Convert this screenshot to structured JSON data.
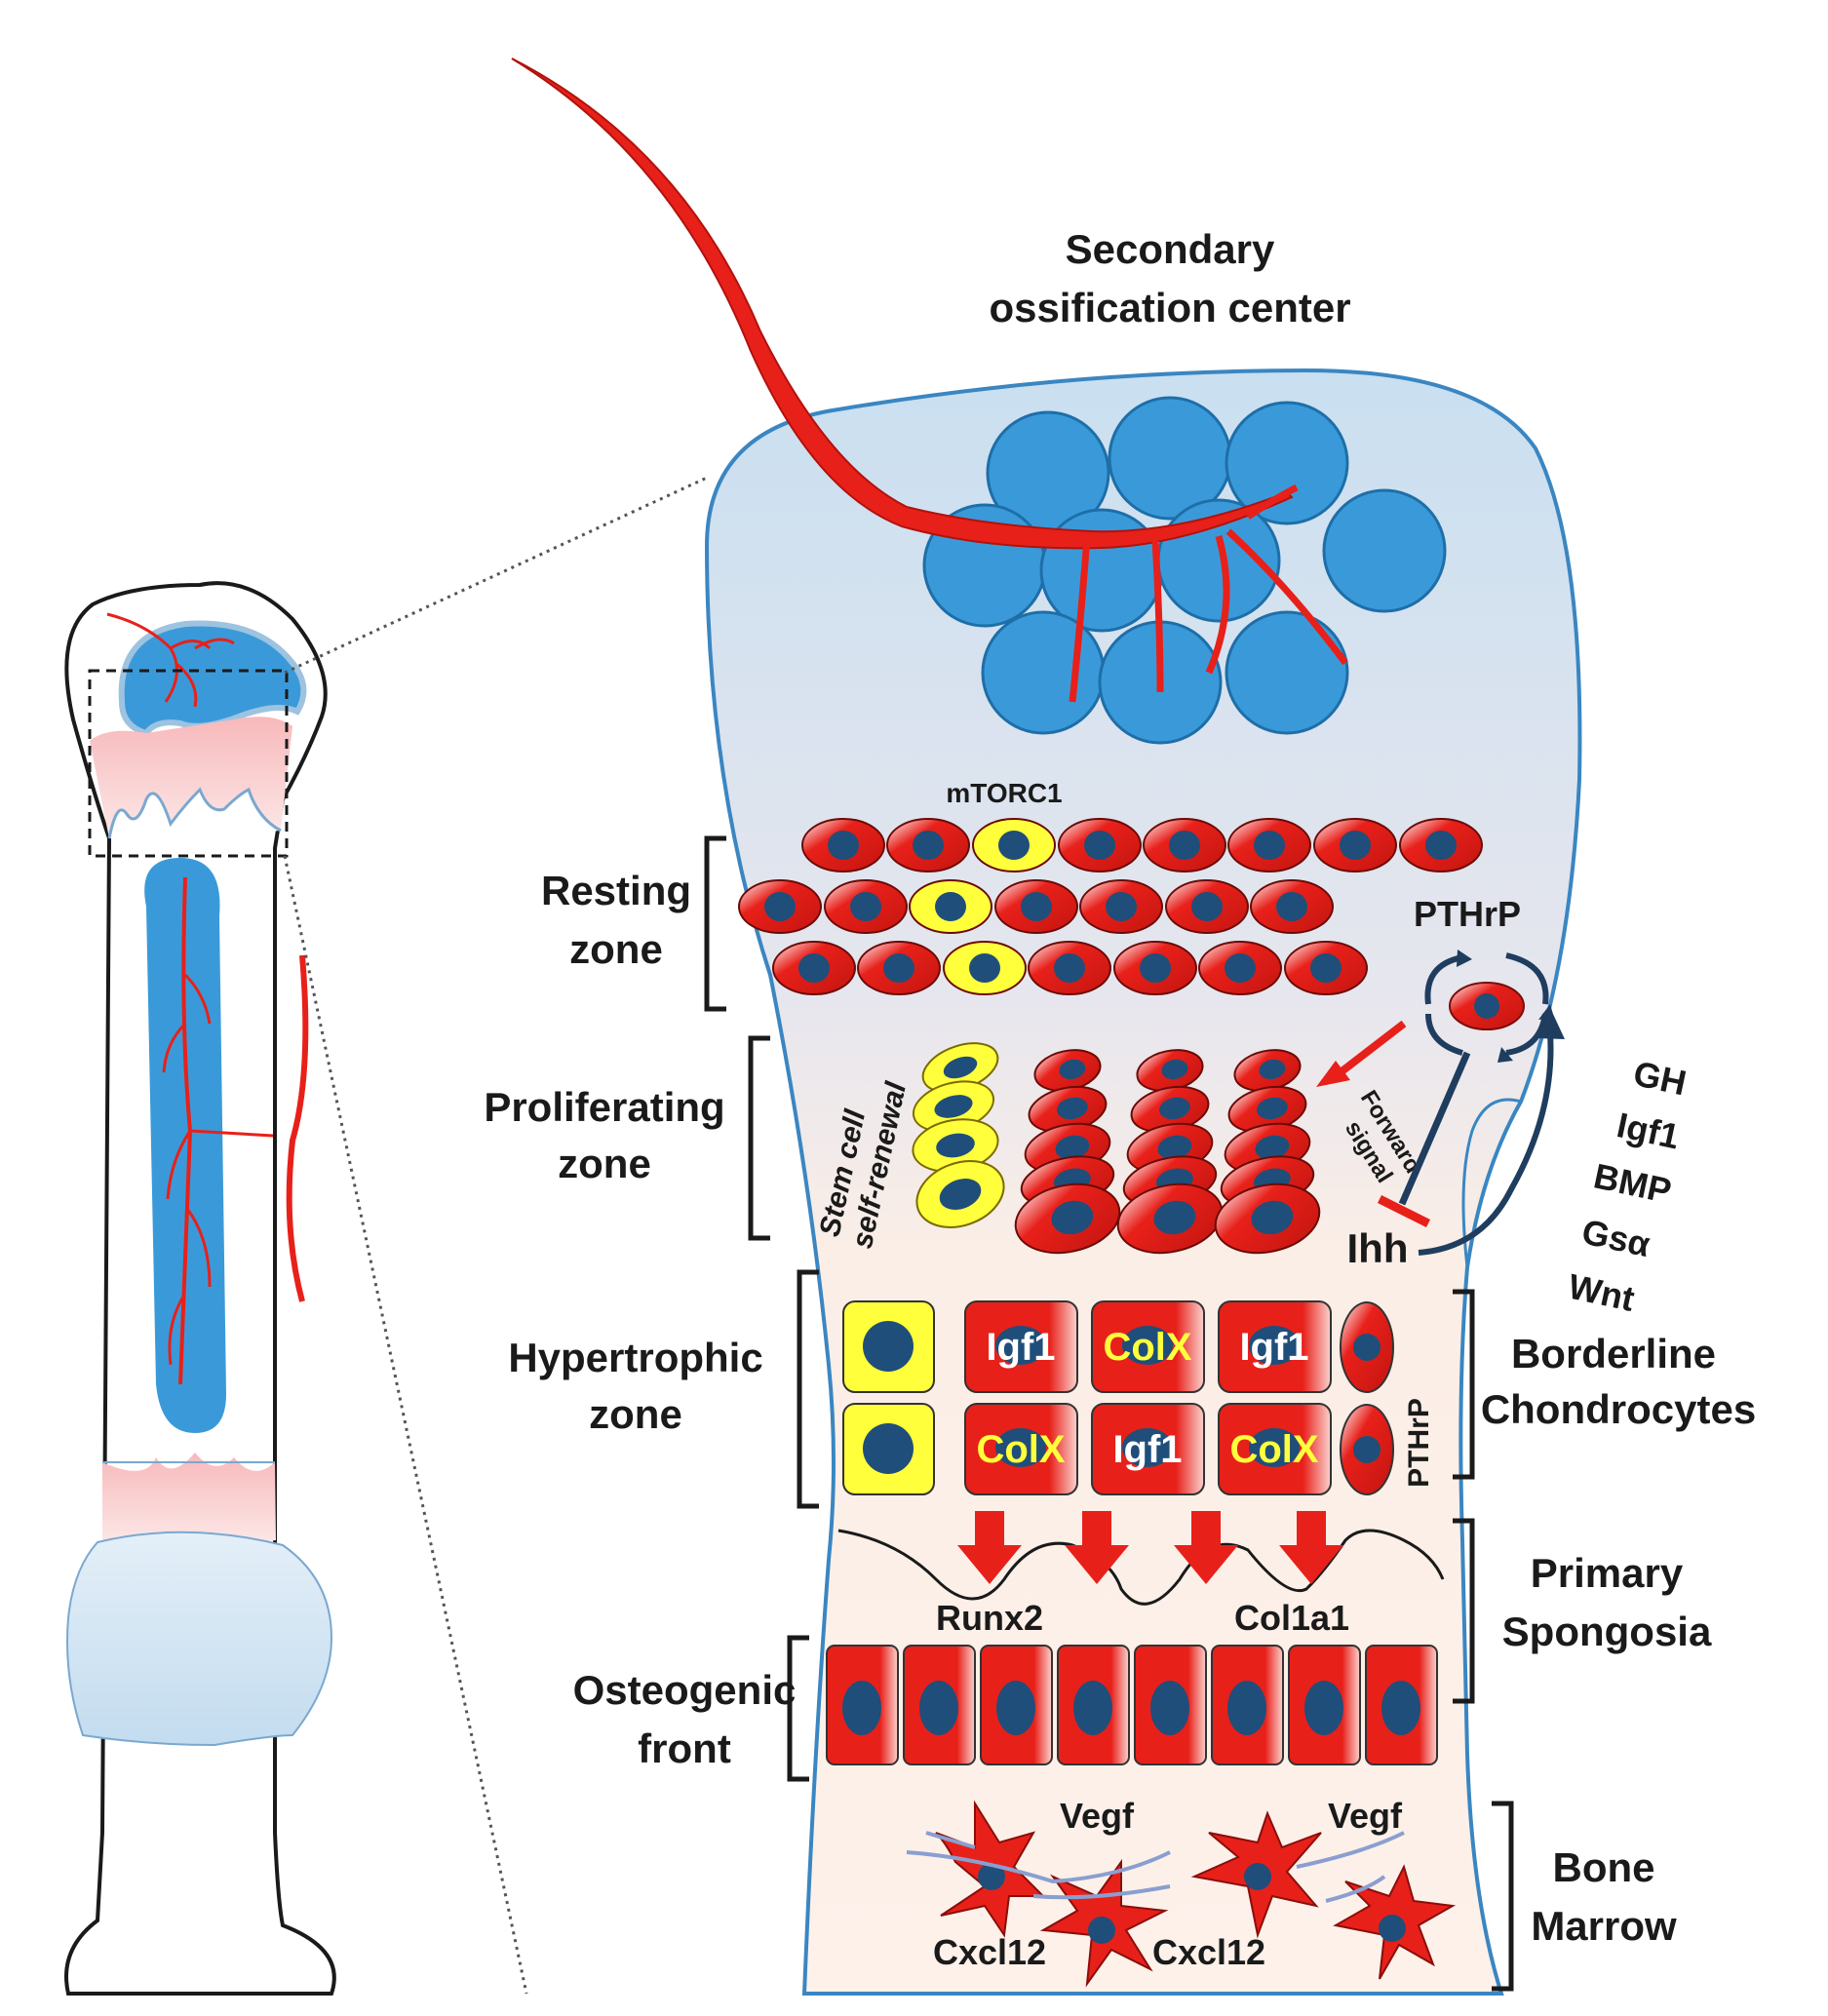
{
  "title": [
    "Secondary",
    "ossification center"
  ],
  "zones": {
    "resting": [
      "Resting",
      "zone"
    ],
    "proliferating": [
      "Proliferating",
      "zone"
    ],
    "hypertrophic": [
      "Hypertrophic",
      "zone"
    ],
    "osteogenic": [
      "Osteogenic",
      "front"
    ]
  },
  "right_labels": {
    "borderline": [
      "Borderline",
      "Chondrocytes"
    ],
    "spongiosa": [
      "Primary",
      "Spongosia"
    ],
    "marrow": [
      "Bone",
      "Marrow"
    ]
  },
  "signals": {
    "mtorc1": "mTORC1",
    "pthrp": "PTHrP",
    "forward": [
      "Forward",
      "signal"
    ],
    "ihh": "Ihh",
    "stem": [
      "Stem cell",
      "self-renewal"
    ],
    "factors": [
      "GH",
      "Igf1",
      "BMP",
      "Gsα",
      "Wnt"
    ],
    "pthrp_vertical": "PTHrP",
    "runx2": "Runx2",
    "col1a1": "Col1a1",
    "vegf_1": "Vegf",
    "vegf_2": "Vegf",
    "cxcl12_1": "Cxcl12",
    "cxcl12_2": "Cxcl12"
  },
  "hypertrophic_labels": {
    "row1": [
      "Igf1",
      "ColX",
      "Igf1"
    ],
    "row2": [
      "ColX",
      "Igf1",
      "ColX"
    ]
  },
  "colors": {
    "cell_red": "#e8201a",
    "stem_yellow": "#ffff3c",
    "nucleus": "#1f4e7a",
    "cartilage_blue": "#3a9ad9",
    "background_pink": "#fdf0ea",
    "vessel_red": "#e8201a"
  }
}
